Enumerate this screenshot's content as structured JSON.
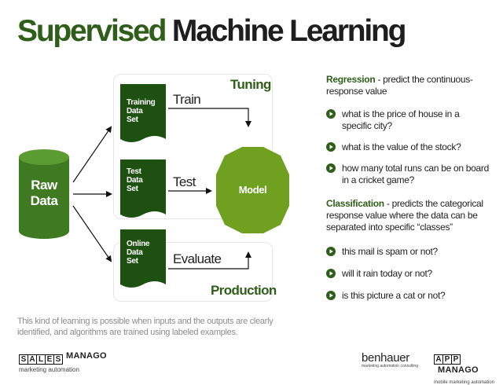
{
  "title": {
    "part1": "Supervised",
    "part2": "Machine Learning"
  },
  "diagram": {
    "raw_data": {
      "line1": "Raw",
      "line2": "Data"
    },
    "tuning_label": "Tuning",
    "production_label": "Production",
    "training_doc": {
      "line1": "Training",
      "line2": "Data",
      "line3": "Set"
    },
    "test_doc": {
      "line1": "Test",
      "line2": "Data",
      "line3": "Set"
    },
    "online_doc": {
      "line1": "Online",
      "line2": "Data",
      "line3": "Set"
    },
    "train_label": "Train",
    "test_label": "Test",
    "evaluate_label": "Evaluate",
    "model_label": "Model"
  },
  "regression": {
    "keyword": "Regression",
    "desc": " - predict the continuous-response value",
    "bullets": [
      "what is the price of house in a specific city?",
      "what is the value of the stock?",
      "how many total runs can be on board in a cricket game?"
    ]
  },
  "classification": {
    "keyword": "Classification",
    "desc": " - predicts the categorical response value where the data can be separated into specific “classes”",
    "bullets": [
      "this mail is spam or not?",
      "will it rain today or not?",
      "is this picture a cat or not?"
    ]
  },
  "footer_text": "This kind of learning is possible when inputs and the outputs are clearly identified, and algorithms are trained using labeled examples.",
  "logos": {
    "sales_letters": [
      "S",
      "A",
      "L",
      "E",
      "S"
    ],
    "sales_word": "MANAGO",
    "sales_sub": "marketing automation",
    "ben_word": "benhauer",
    "ben_sub": "marketing automation consulting",
    "app_letters": [
      "A",
      "P",
      "P"
    ],
    "app_word": "MANAGO",
    "app_sub": "mobile marketing automation"
  },
  "colors": {
    "dark_green": "#2f5e1a",
    "cylinder_green": "#3f7a22",
    "model_green": "#6fa01f",
    "text_gray": "#8c8c8c"
  },
  "icons": {
    "bullet": "play-circle-icon"
  }
}
